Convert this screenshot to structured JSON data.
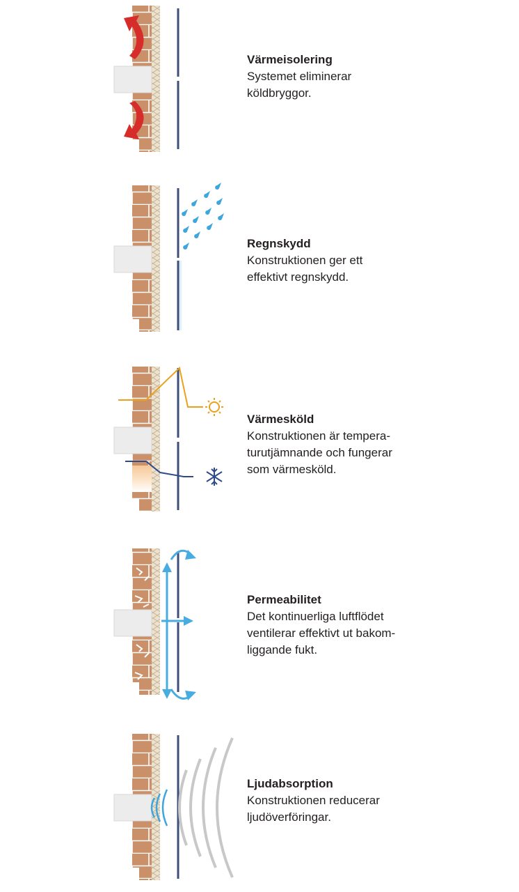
{
  "colors": {
    "brick": "#c9906a",
    "mortar": "#ffffff",
    "insulation": "#e4d7bf",
    "panel": "#3c4f7c",
    "heat_arrow": "#d62c2a",
    "rain": "#3ea6dc",
    "sun": "#e8a21f",
    "cold": "#2f4a8c",
    "airflow": "#47ace0",
    "sound": "#c8c8c8"
  },
  "panels": [
    {
      "id": "warmth",
      "icon": "heat-arrow-icon",
      "title": "Värmeisolering",
      "lines": [
        "Systemet eliminerar",
        "köldbryggor."
      ]
    },
    {
      "id": "rain",
      "icon": "rain-drops-icon",
      "title": "Regnskydd",
      "lines": [
        "Konstruktionen ger ett",
        "effektivt regnskydd."
      ]
    },
    {
      "id": "heatshield",
      "icon": "sun-icon",
      "icon2": "snowflake-icon",
      "title": "Värmesköld",
      "lines": [
        "Konstruktionen är tempera-",
        "turutjämnande och fungerar",
        "som värmesköld."
      ]
    },
    {
      "id": "permeability",
      "icon": "airflow-arrow-icon",
      "title": "Permeabilitet",
      "lines": [
        "Det kontinuerliga luftflödet",
        "ventilerar effektivt ut bakom-",
        "liggande fukt."
      ]
    },
    {
      "id": "sound",
      "icon": "sound-wave-icon",
      "title": "Ljudabsorption",
      "lines": [
        "Konstruktionen reducerar",
        "ljudöverföringar."
      ]
    }
  ]
}
